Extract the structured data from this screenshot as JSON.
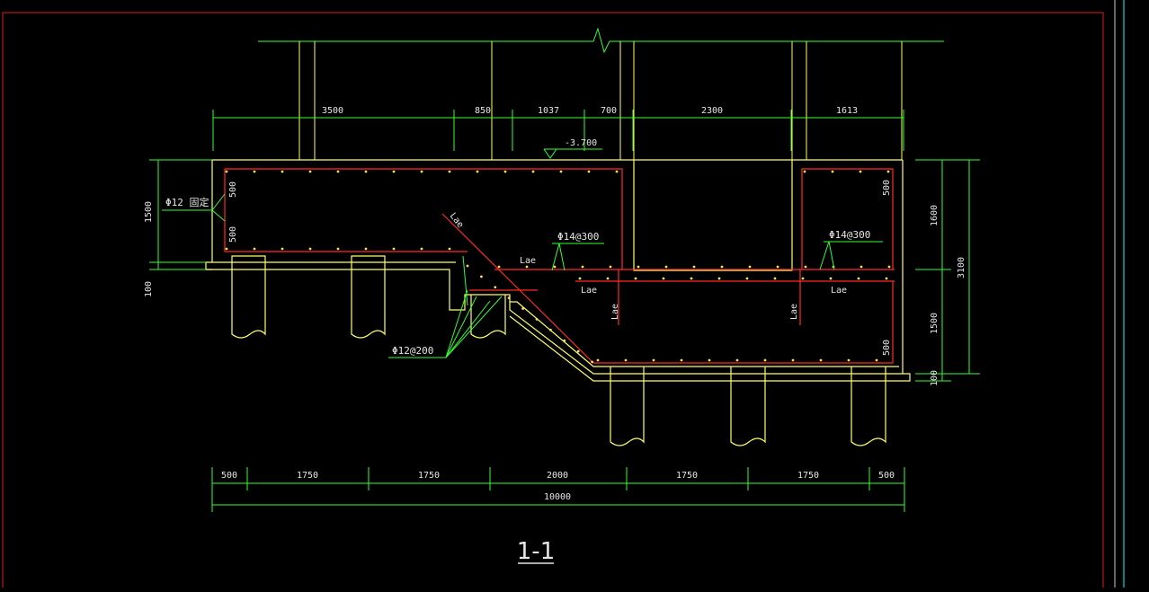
{
  "drawing": {
    "section_title": "1-1",
    "top_dims": [
      "3500",
      "850",
      "1037",
      "700",
      "2300",
      "1613"
    ],
    "bottom_dims": [
      "500",
      "1750",
      "1750",
      "2000",
      "1750",
      "1750",
      "500"
    ],
    "bottom_total": "10000",
    "left_dims": [
      "1500",
      "100"
    ],
    "right_dims_inner": [
      "1600",
      "1500",
      "100"
    ],
    "right_dim_total": "3100",
    "elevation": "-3.700",
    "rebar_labels": {
      "fix": "Φ12 固定",
      "tie_left": "Φ14@300",
      "tie_right": "Φ14@300",
      "stirrup": "Φ12@200",
      "lae": "Lae",
      "spacing_500": "500"
    }
  },
  "colors": {
    "background": "#000000",
    "outline": "#ffff66",
    "rebar": "#ff2a2a",
    "dimension": "#33ff33",
    "frame": "#e01b1b",
    "text": "#e6e6e6",
    "right_frame": "#00ffff"
  }
}
